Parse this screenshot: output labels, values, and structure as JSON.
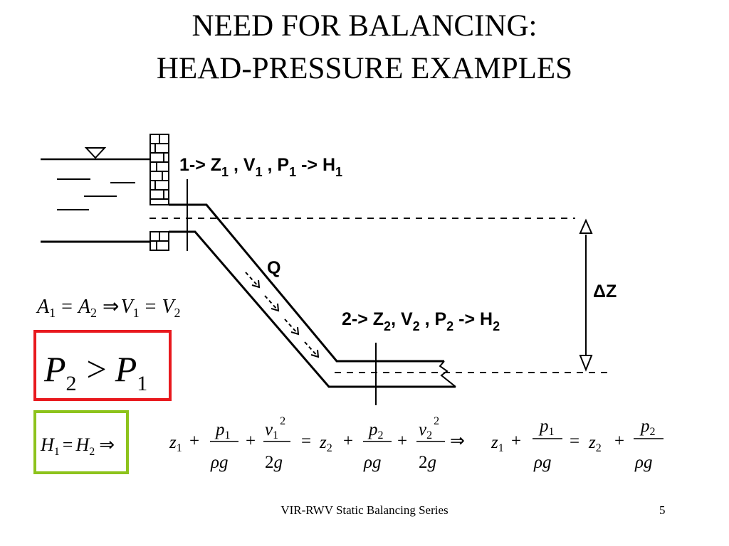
{
  "slide": {
    "title_line1": "NEED FOR BALANCING:",
    "title_line2": "HEAD-PRESSURE EXAMPLES"
  },
  "diagram": {
    "point1": {
      "prefix": "1-> Z",
      "s1": "1",
      "mid1": " , V",
      "s2": "1",
      "mid2": " , P",
      "s3": "1",
      "suffix": "  -> H",
      "s4": "1"
    },
    "point2": {
      "prefix": "2-> Z",
      "s1": "2",
      "mid1": ", V",
      "s2": "2",
      "mid2": " , P",
      "s3": "2",
      "suffix": " -> H",
      "s4": "2"
    },
    "flow_label": "Q",
    "delta_z_label": "ΔZ"
  },
  "equations": {
    "area": {
      "A": "A",
      "sub1": "1",
      "eq": "=",
      "A2": "A",
      "sub2": "2",
      "implies": "⇒",
      "V": "V",
      "vsub1": "1",
      "eq2": "=",
      "V2": "V",
      "vsub2": "2"
    },
    "pressure": {
      "P": "P",
      "sub2": "2",
      "gt": ">",
      "P1": "P",
      "sub1": "1"
    },
    "head": {
      "H": "H",
      "sub1": "1",
      "eq": "=",
      "H2": "H",
      "sub2": "2",
      "implies": "⇒"
    },
    "bernoulli": {
      "z": "z",
      "one": "1",
      "two": "2",
      "plus": "+",
      "eq": "=",
      "implies": "⇒",
      "p": "p",
      "v": "v",
      "rho_g": "ρg",
      "two_g_2": "2",
      "two_g_g": "g",
      "sq": "2"
    }
  },
  "colors": {
    "pressure_box": "#e8191e",
    "head_box": "#8dc31c"
  },
  "footer": {
    "text": "VIR-RWV Static Balancing Series",
    "page": "5"
  }
}
